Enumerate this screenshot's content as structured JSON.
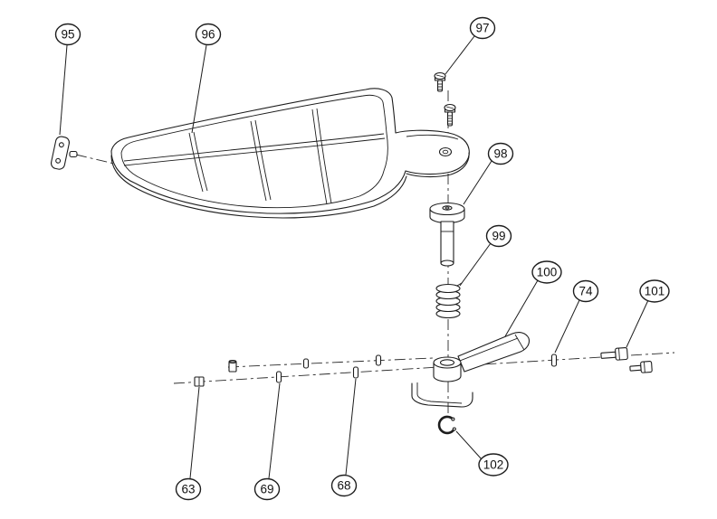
{
  "diagram": {
    "kind": "exploded-parts-diagram",
    "background_color": "#ffffff",
    "line_color": "#1d1d1d",
    "callouts": {
      "c95": {
        "label": "95"
      },
      "c96": {
        "label": "96"
      },
      "c97": {
        "label": "97"
      },
      "c98": {
        "label": "98"
      },
      "c99": {
        "label": "99"
      },
      "c100": {
        "label": "100"
      },
      "c74": {
        "label": "74"
      },
      "c101": {
        "label": "101"
      },
      "c102": {
        "label": "102"
      },
      "c63": {
        "label": "63"
      },
      "c69": {
        "label": "69"
      },
      "c68": {
        "label": "68"
      }
    }
  }
}
